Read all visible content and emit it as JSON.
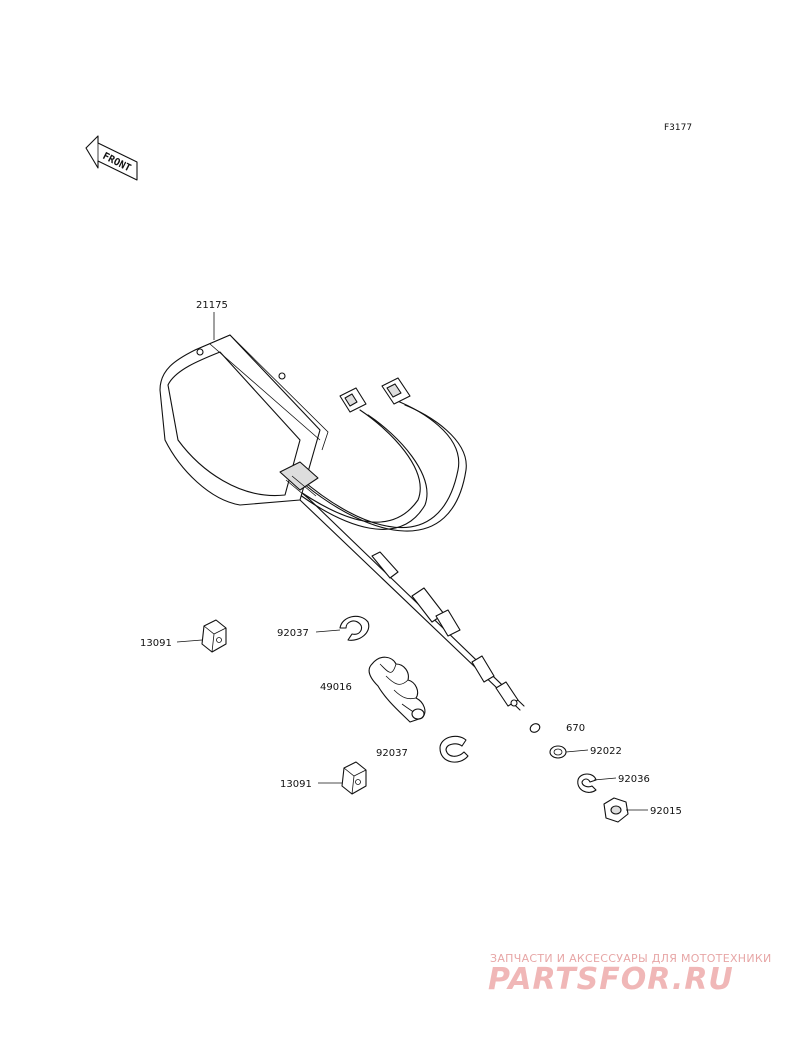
{
  "figure_code": "F3177",
  "front_marker": "FRONT",
  "parts": [
    {
      "key": "p21175",
      "number": "21175"
    },
    {
      "key": "p13091a",
      "number": "13091"
    },
    {
      "key": "p92037a",
      "number": "92037"
    },
    {
      "key": "p49016",
      "number": "49016"
    },
    {
      "key": "p92037b",
      "number": "92037"
    },
    {
      "key": "p13091b",
      "number": "13091"
    },
    {
      "key": "p670",
      "number": "670"
    },
    {
      "key": "p92022",
      "number": "92022"
    },
    {
      "key": "p92036",
      "number": "92036"
    },
    {
      "key": "p92015",
      "number": "92015"
    }
  ],
  "watermark": {
    "subtitle": "ЗАПЧАСТИ И АКСЕССУАРЫ ДЛЯ МОТОТЕХНИКИ",
    "brand": "PARTSFOR.RU",
    "color": "#f0b7b7"
  }
}
